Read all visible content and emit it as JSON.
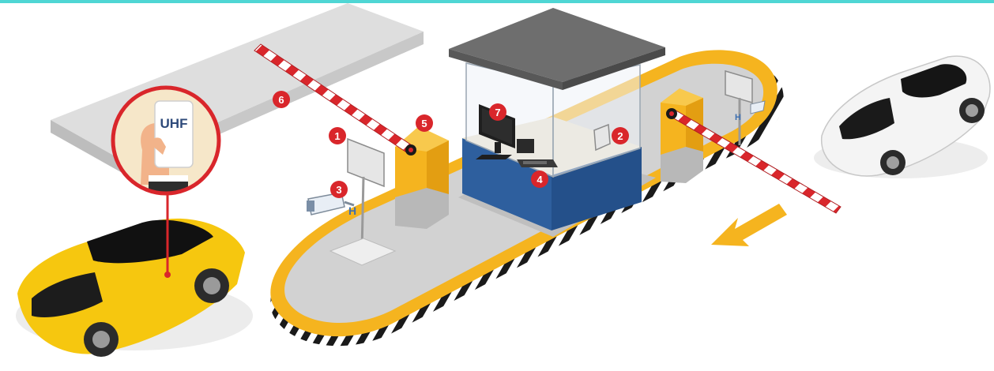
{
  "colors": {
    "top_bar": "#4fd6d4",
    "badge": "#d9262b",
    "lane_border": "#f5b41f",
    "road": "#d2d2d2",
    "booth_blue": "#2e5f9e",
    "yellow_car": "#f6c70f",
    "arrow": "#f5b41f"
  },
  "tag": {
    "label": "UHF",
    "text_color": "#2e4a7a"
  },
  "components": [
    {
      "number": "1",
      "icon": "uhf-reader-entry-icon"
    },
    {
      "number": "2",
      "icon": "uhf-reader-exit-icon"
    },
    {
      "number": "3",
      "icon": "camera-icon"
    },
    {
      "number": "4",
      "icon": "controller-icon"
    },
    {
      "number": "5",
      "icon": "barrier-gate-icon"
    },
    {
      "number": "6",
      "icon": "boom-arm-icon"
    },
    {
      "number": "7",
      "icon": "computer-icon"
    }
  ],
  "vehicles": [
    {
      "icon": "yellow-car-icon"
    },
    {
      "icon": "white-car-icon"
    }
  ],
  "direction_arrow": {
    "icon": "exit-arrow-icon"
  }
}
